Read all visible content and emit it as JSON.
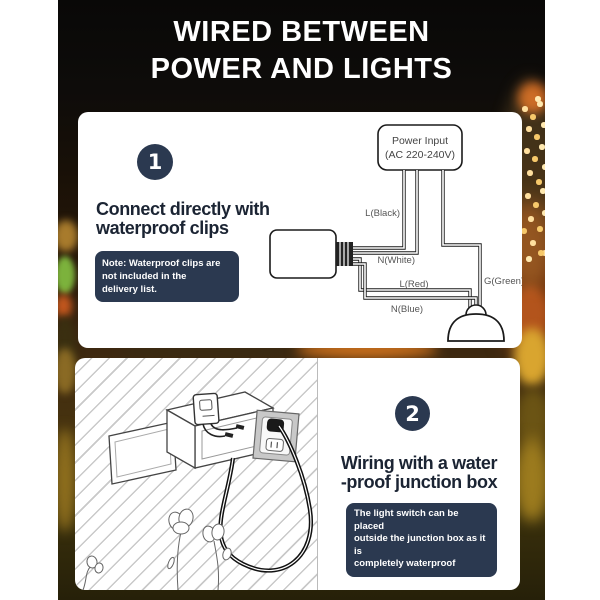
{
  "title": "WIRED BETWEEN\nPOWER AND LIGHTS",
  "colors": {
    "accent_navy": "#2b3950",
    "heading_text": "#1b2433",
    "panel_bg": "#ffffff",
    "title_text": "#ffffff",
    "wire_label": "#555555"
  },
  "step1": {
    "number": "1",
    "heading": "Connect directly with\nwaterproof clips",
    "note": "Note: Waterproof clips are\nnot included in the\ndelivery list.",
    "diagram": {
      "power_box_line1": "Power Input",
      "power_box_line2": "(AC 220-240V)",
      "labels": {
        "l_black": "L(Black)",
        "n_white": "N(White)",
        "l_red": "L(Red)",
        "n_blue": "N(Blue)",
        "g_green": "G(Green)"
      }
    }
  },
  "step2": {
    "number": "2",
    "heading": "Wiring with a water\n-proof junction box",
    "note": "The light switch can be placed\noutside the junction box as it is\ncompletely waterproof"
  }
}
